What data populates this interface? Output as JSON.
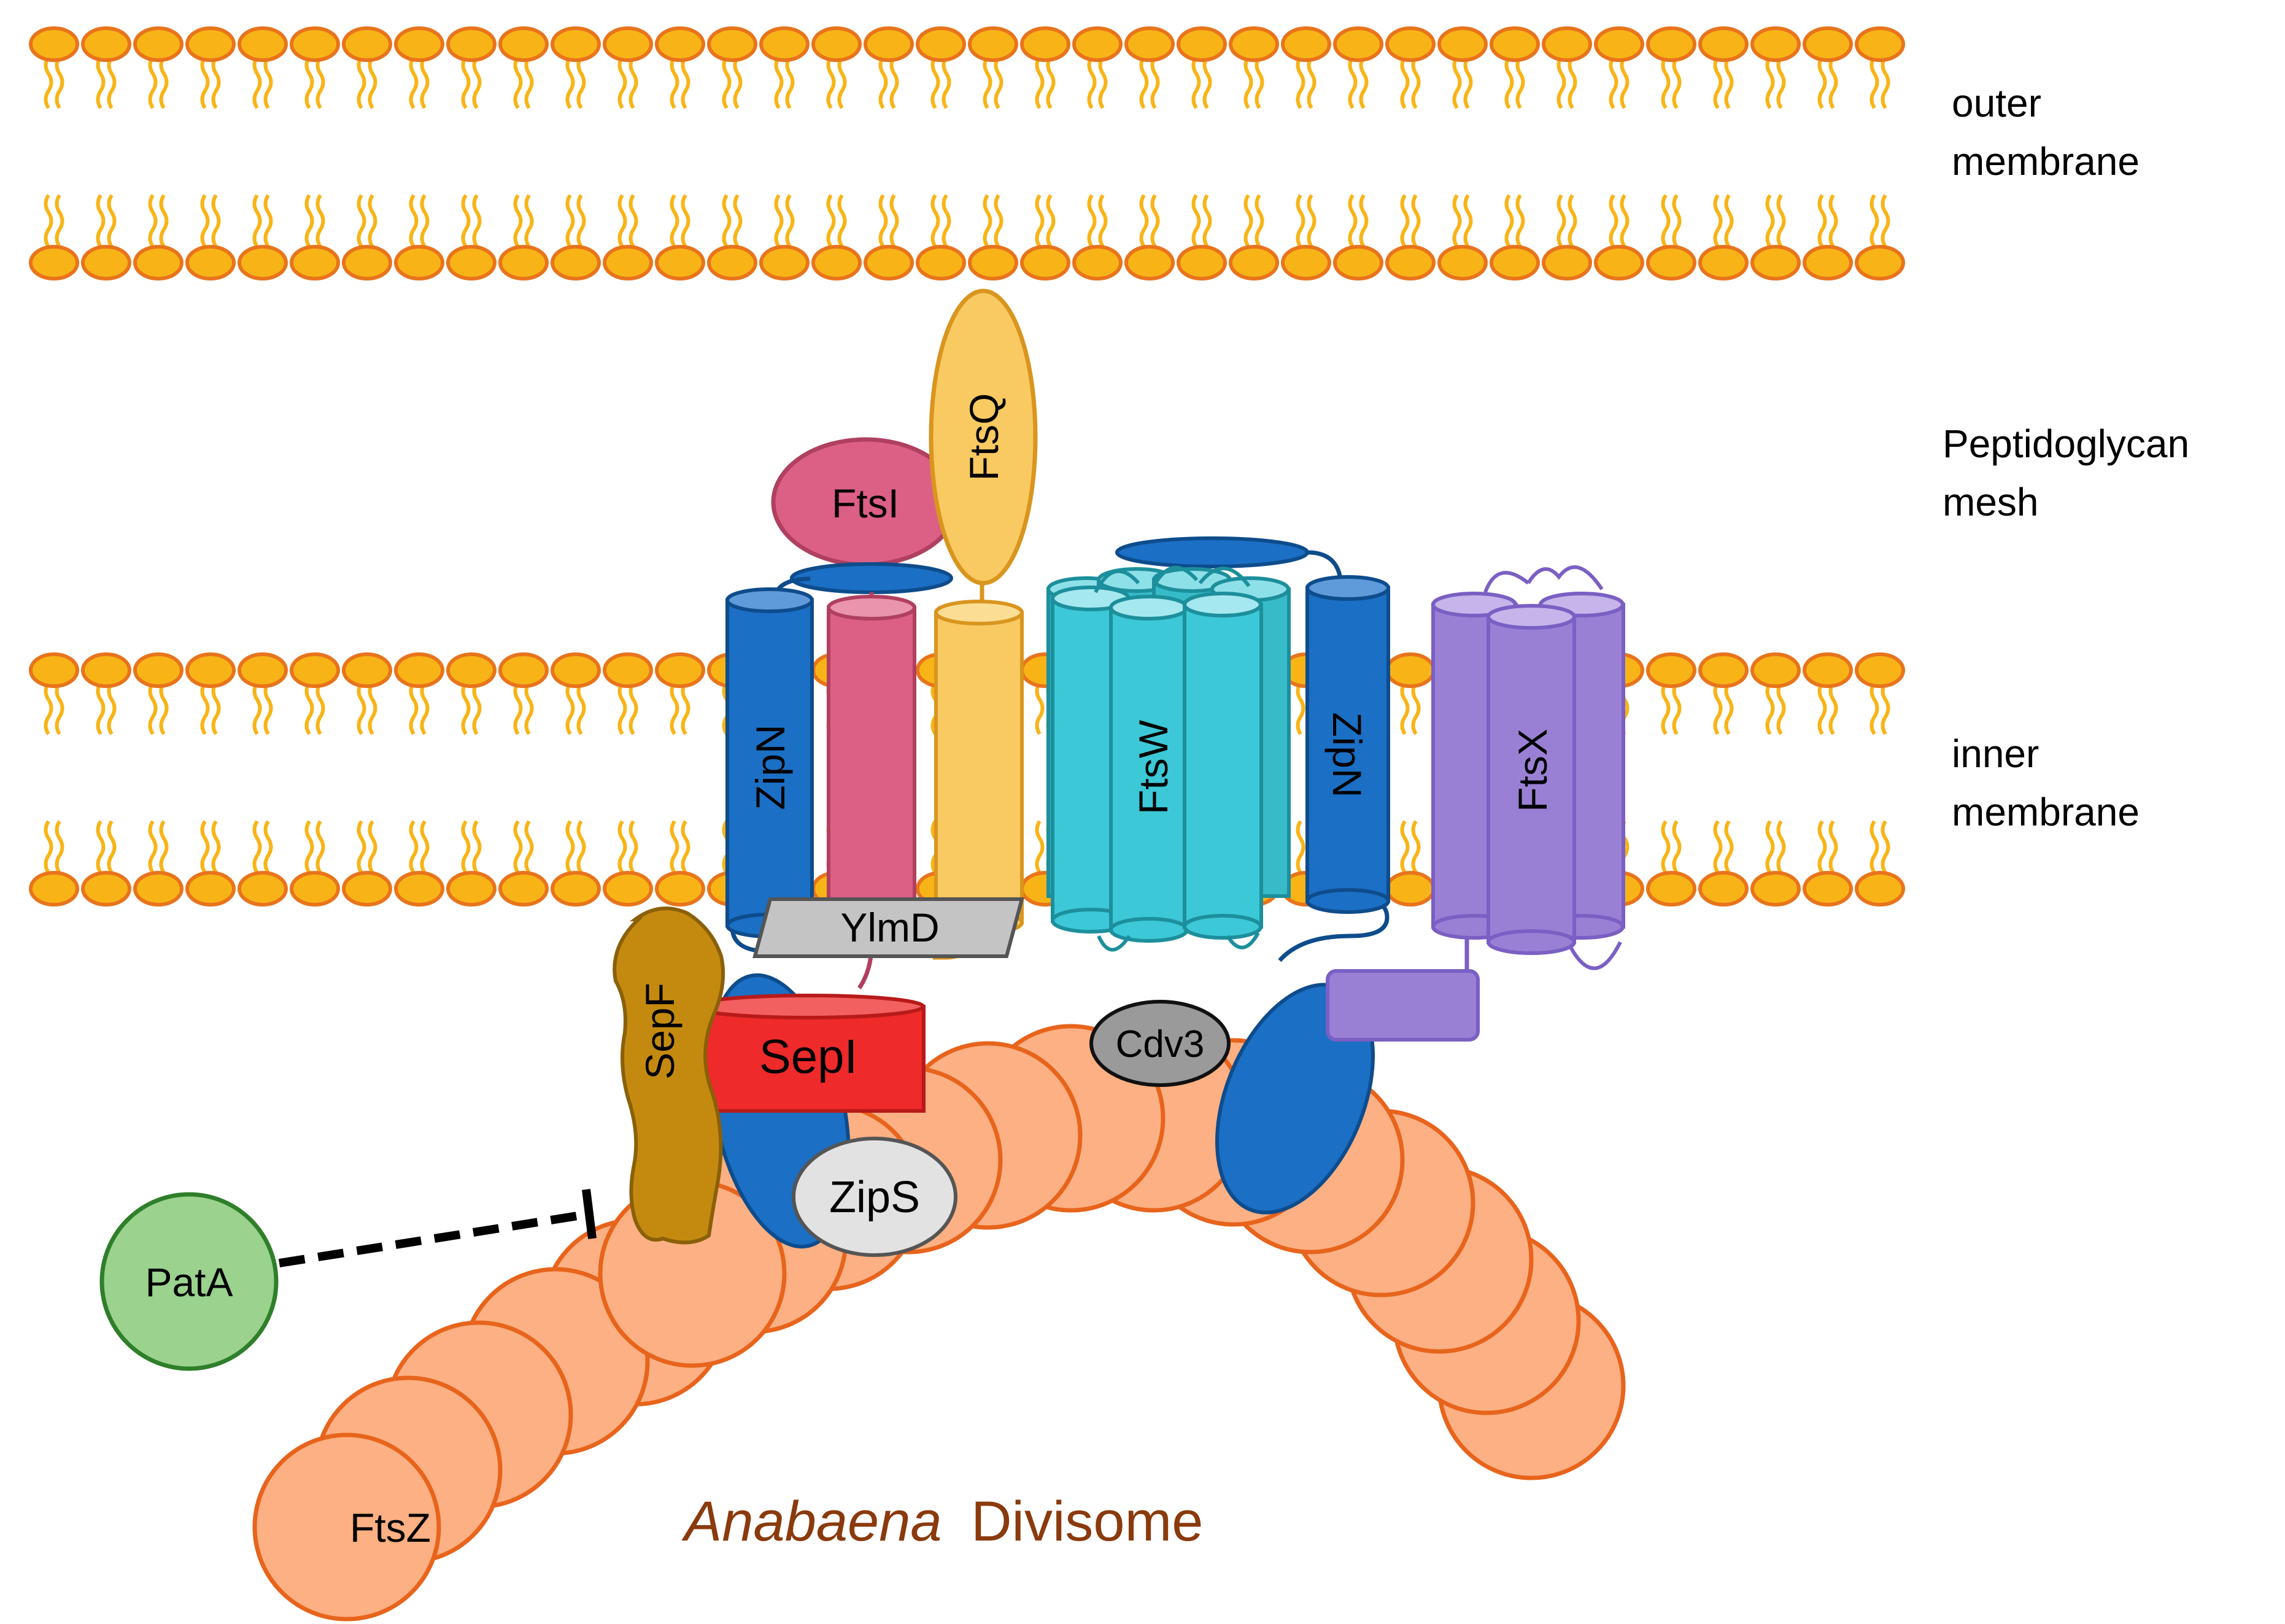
{
  "labels": {
    "outer_membrane": [
      "outer",
      "membrane"
    ],
    "peptidoglycan": [
      "Peptidoglycan",
      "mesh"
    ],
    "inner_membrane": [
      "inner",
      "membrane"
    ]
  },
  "proteins": {
    "ftsq": "FtsQ",
    "ftsi": "FtsI",
    "zipn_left": "ZipN",
    "zipn_right": "ZipN",
    "ftsw": "FtsW",
    "ftsx": "FtsX",
    "ylmd": "YlmD",
    "sepf": "SepF",
    "sepi": "SepI",
    "zips": "ZipS",
    "cdv3": "Cdv3",
    "pata": "PatA",
    "ftsz": "FtsZ"
  },
  "title": {
    "species": "Anabaena",
    "rest": "Divisome"
  },
  "colors": {
    "lipid_head": "#F8B417",
    "lipid_edge": "#E8741C",
    "lipid_tail": "#F8B417",
    "zipn": "#1B6FC4",
    "ftsi": "#DC5F86",
    "ftsq": "#F9C962",
    "ftsw": "#3CC8D6",
    "ftsx": "#9A80D4",
    "ylmd": "#C4C4C4",
    "sepf": "#C48A10",
    "sepi": "#EE2A2A",
    "zips": "#E2E2E2",
    "cdv3": "#9A9A9A",
    "pata": "#9AD28E",
    "ftsz": "#FDB083",
    "ftsz_edge": "#E8641C",
    "title": "#8A3A0C"
  }
}
